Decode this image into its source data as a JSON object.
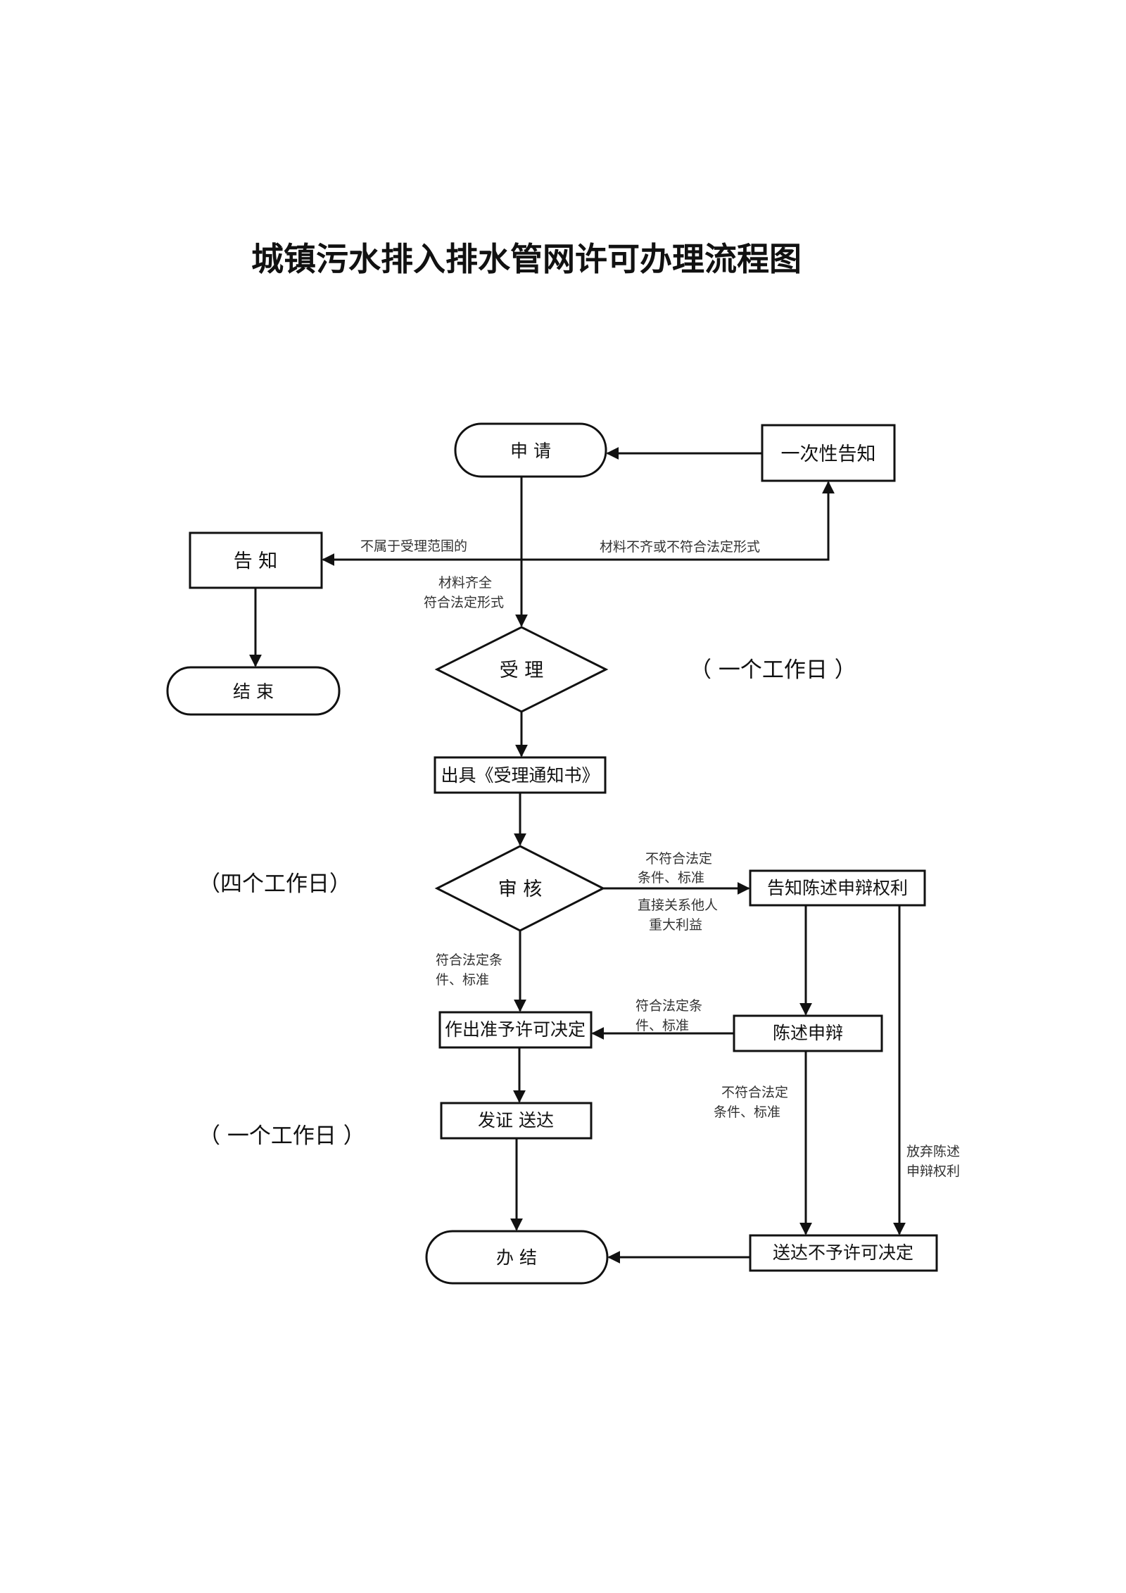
{
  "title": "城镇污水排入排水管网许可办理流程图",
  "nodes": {
    "apply": "申 请",
    "one_time_notice": "一次性告知",
    "notify": "告 知",
    "end": "结 束",
    "accept": "受 理",
    "issue_notice": "出具《受理通知书》",
    "review": "审 核",
    "notify_rights": "告知陈述申辩权利",
    "grant_decision": "作出准予许可决定",
    "statement_defense": "陈述申辩",
    "issue_certificate": "发证 送达",
    "complete": "办 结",
    "deny_decision": "送达不予许可决定"
  },
  "edge_labels": {
    "out_of_scope": "不属于受理范围的",
    "incomplete": "材料不齐或不符合法定形式",
    "complete_1": "材料齐全",
    "complete_2": "符合法定形式",
    "not_meet_1": "不符合法定",
    "not_meet_2": "条件、标准",
    "third_party_1": "直接关系他人",
    "third_party_2": "重大利益",
    "meet_1": "符合法定条",
    "meet_2": "件、标准",
    "defense_meet_1": "符合法定条",
    "defense_meet_2": "件、标准",
    "defense_not_meet_1": "不符合法定",
    "defense_not_meet_2": "条件、标准",
    "waive_1": "放弃陈述",
    "waive_2": "申辩权利"
  },
  "time_notes": {
    "accept_days": "（ 一个工作日 ）",
    "review_days": "（四个工作日）",
    "decision_days": "（ 一个工作日 ）"
  }
}
